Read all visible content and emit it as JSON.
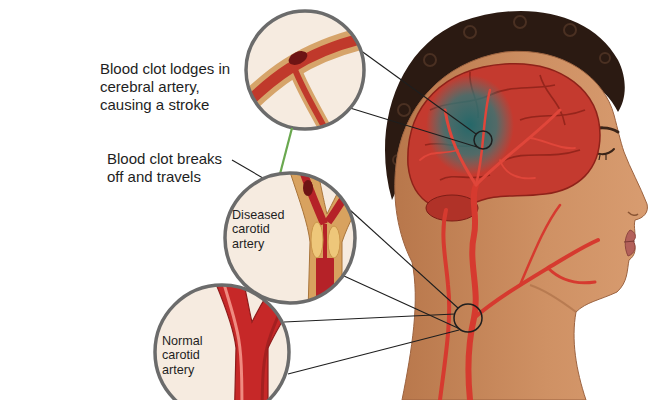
{
  "diagram": {
    "nodes": [
      {
        "text": [
          "Diseased carotid artery"
        ]
      },
      {
        "text": [
          "Normal carotid artery"
        ]
      }
    ],
    "labels": [
      "Blood clot lodges in cerebral artery, causing a stroke",
      "Blood clot breaks off and travels"
    ]
  }
}
